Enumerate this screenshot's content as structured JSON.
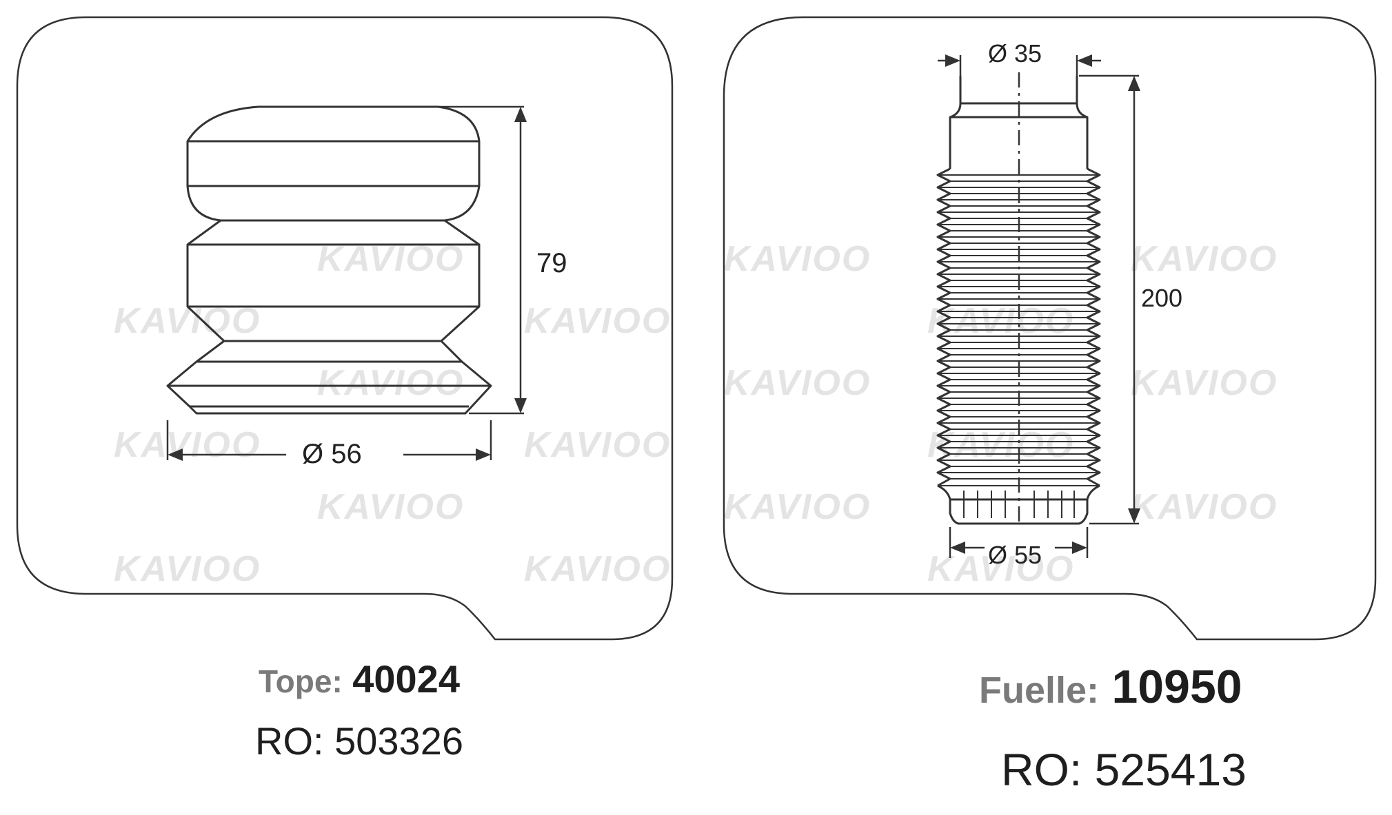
{
  "watermark": "KAVIOO",
  "left_part": {
    "dimension_height": "79",
    "dimension_diameter": "Ø 56",
    "type_label": "Tope:",
    "part_number": "40024",
    "ro_line": "RO: 503326"
  },
  "right_part": {
    "dimension_top_diameter": "Ø 35",
    "dimension_height": "200",
    "dimension_bottom_diameter": "Ø 55",
    "type_label": "Fuelle:",
    "part_number": "10950",
    "ro_line": "RO: 525413"
  },
  "colors": {
    "outline": "#333333",
    "part_number": "#1e1e1e",
    "type_label": "#7a7a7a",
    "watermark": "#e4e4e4"
  }
}
